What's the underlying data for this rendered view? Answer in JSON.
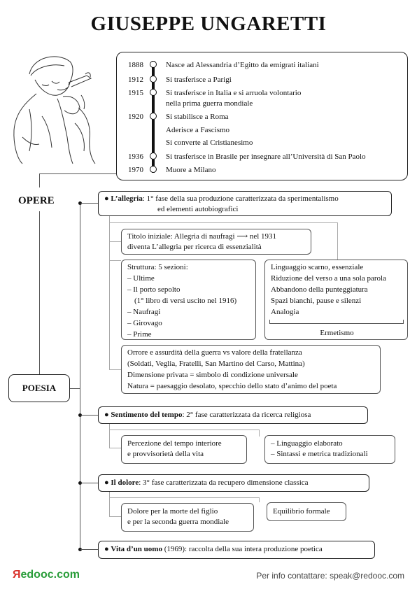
{
  "title": "GIUSEPPE UNGARETTI",
  "timeline": [
    {
      "year": "1888",
      "text": "Nasce ad Alessandria d’Egitto da emigrati italiani"
    },
    {
      "year": "1912",
      "text": "Si trasferisce a Parigi"
    },
    {
      "year": "1915",
      "text": "Si trasferisce in Italia e si arruola volontario",
      "text2": "nella prima guerra mondiale"
    },
    {
      "year": "1920",
      "text": "Si stabilisce a Roma"
    },
    {
      "year": "",
      "text": "Aderisce a Fascismo"
    },
    {
      "year": "",
      "text": "Si converte al Cristianesimo"
    },
    {
      "year": "1936",
      "text": "Si trasferisce in Brasile per insegnare all’Università di San Paolo"
    },
    {
      "year": "1970",
      "text": "Muore a Milano"
    }
  ],
  "labels": {
    "opere": "OPERE",
    "poesia": "POESIA"
  },
  "phase1": {
    "head_bold": "L’allegria",
    "head_rest": ": 1° fase della sua produzione caratterizzata da sperimentalismo",
    "head_line2": "ed elementi autobiografici",
    "titolo_a": "Titolo iniziale: Allegria di naufragi",
    "titolo_b": "nel 1931",
    "titolo_line2": "diventa L’allegria per ricerca di essenzialità",
    "struttura": [
      "Struttura: 5 sezioni:",
      "– Ultime",
      "– Il porto sepolto",
      "(1° libro di versi uscito nel 1916)",
      "– Naufragi",
      "– Girovago",
      "– Prime"
    ],
    "linguaggio": [
      "Linguaggio scarno, essenziale",
      "Riduzione del verso a una sola parola",
      "Abbandono della punteggiatura",
      "Spazi bianchi, pause e silenzi",
      "Analogia"
    ],
    "ermetismo": "Ermetismo",
    "temi": [
      "Orrore e assurdità della guerra vs valore della fratellanza",
      "(Soldati, Veglia, Fratelli, San Martino del Carso, Mattina)",
      "Dimensione privata = simbolo di condizione universale",
      "Natura = paesaggio desolato, specchio dello stato d’animo del poeta"
    ]
  },
  "phase2": {
    "head_bold": "Sentimento del tempo",
    "head_rest": ": 2° fase caratterizzata da ricerca religiosa",
    "left": [
      "Percezione del tempo interiore",
      "e provvisorietà della vita"
    ],
    "right": [
      "– Linguaggio elaborato",
      "– Sintassi e metrica tradizionali"
    ]
  },
  "phase3": {
    "head_bold": "Il dolore",
    "head_rest": ": 3° fase caratterizzata da recupero dimensione classica",
    "left": [
      "Dolore per la morte del figlio",
      "e per la seconda guerra mondiale"
    ],
    "right": "Equilibrio formale"
  },
  "phase4": {
    "head_bold": "Vita d’un uomo",
    "head_rest": " (1969): raccolta della sua intera produzione poetica"
  },
  "footer": {
    "logo_r": "Я",
    "logo_rest": "edooc.com",
    "contact": "Per info contattare: speak@redooc.com"
  }
}
